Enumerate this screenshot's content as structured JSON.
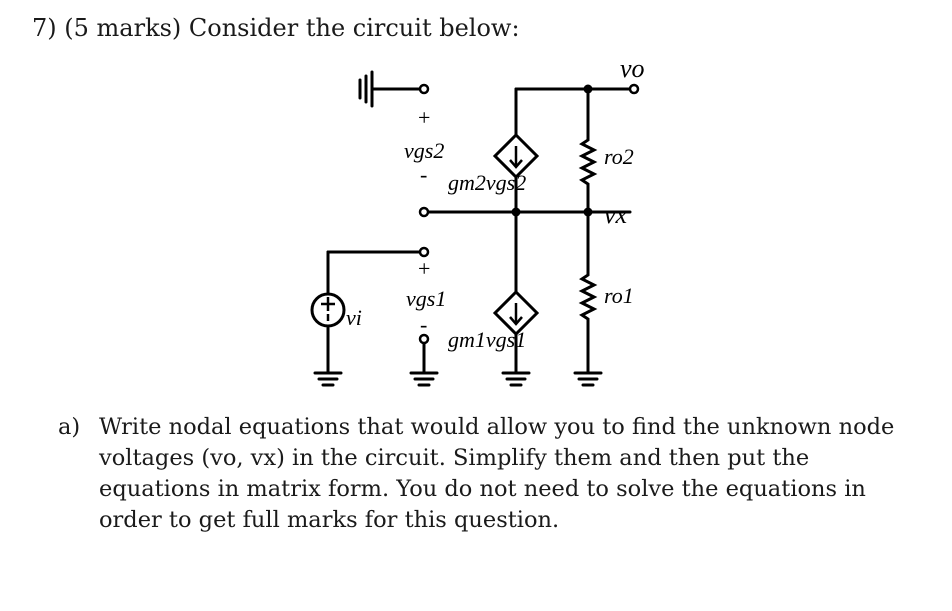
{
  "heading": "7) (5 marks) Consider the circuit below:",
  "circuit": {
    "vo": "vo",
    "vx": "vx",
    "vgs2": "vgs2",
    "vgs1": "vgs1",
    "gm2": "gm2vgs2",
    "gm1": "gm1vgs1",
    "ro2": "ro2",
    "ro1": "ro1",
    "vi": "vi",
    "plus": "+",
    "minus": "-"
  },
  "question": {
    "label": "a)",
    "text": "Write nodal equations that would allow you to find the unknown node voltages (vo, vx) in the circuit. Simplify them and then put the equations in matrix form. You do not need to solve the equations in order to get full marks for this question."
  }
}
